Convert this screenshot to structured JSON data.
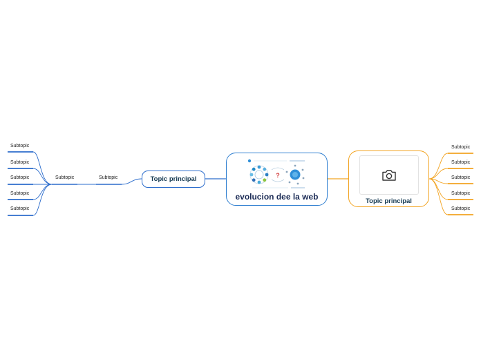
{
  "central": {
    "title": "evolucion dee la web"
  },
  "left_branch": {
    "label": "Topic principal",
    "color": "#2b6ccc",
    "child": {
      "label": "Subtopic",
      "child": {
        "label": "Subtopic",
        "leaves": [
          "Subtopic",
          "Subtopic",
          "Subtopic",
          "Subtopic",
          "Subtopic"
        ]
      }
    }
  },
  "right_branch": {
    "label": "Topic principal",
    "color": "#f2a320",
    "image_icon": "camera-icon",
    "leaves": [
      "Subtopic",
      "Subtopic",
      "Subtopic",
      "Subtopic",
      "Subtopic"
    ]
  }
}
